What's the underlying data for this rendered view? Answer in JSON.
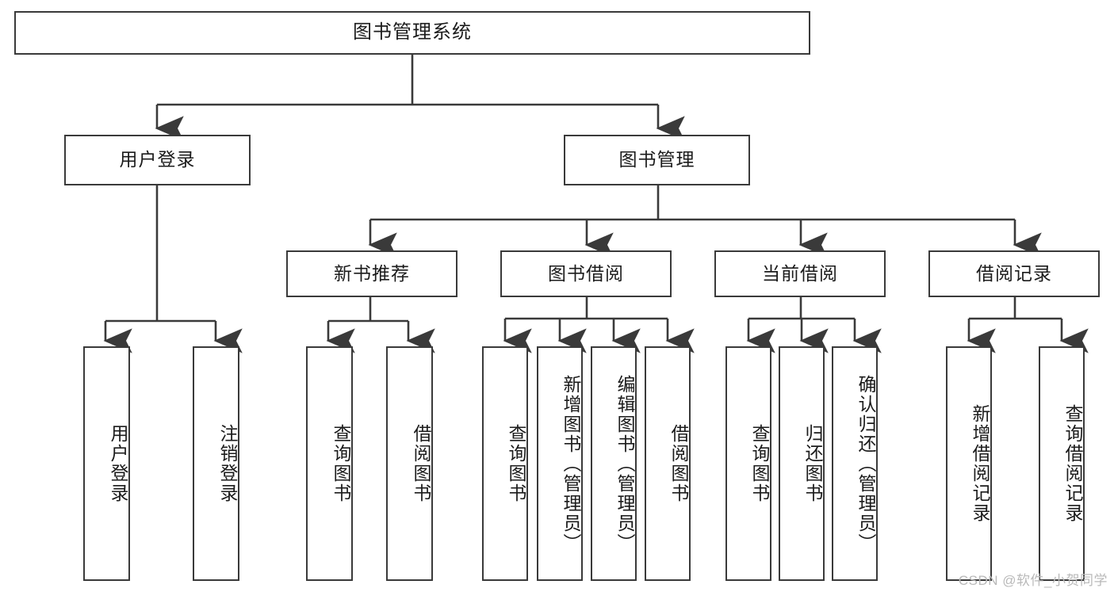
{
  "diagram": {
    "type": "tree-hierarchy",
    "title": "图书管理系统",
    "orientation": "top-down",
    "edge_color": "#3a3a3a",
    "box_border_color": "#3a3a3a",
    "box_fill_color": "#ffffff",
    "text_color": "#1b1b1b"
  },
  "root": {
    "label": "图书管理系统"
  },
  "level2": [
    {
      "label": "用户登录"
    },
    {
      "label": "图书管理"
    }
  ],
  "level3": [
    {
      "label": "新书推荐"
    },
    {
      "label": "图书借阅"
    },
    {
      "label": "当前借阅"
    },
    {
      "label": "借阅记录"
    }
  ],
  "leaves": {
    "user_login": [
      {
        "label": "用户登录"
      },
      {
        "label": "注销登录"
      }
    ],
    "new_book_recommend": [
      {
        "label": "查询图书"
      },
      {
        "label": "借阅图书"
      }
    ],
    "book_borrow": [
      {
        "label": "查询图书"
      },
      {
        "label": "新增图书（管理员）"
      },
      {
        "label": "编辑图书（管理员）"
      },
      {
        "label": "借阅图书"
      }
    ],
    "current_borrow": [
      {
        "label": "查询图书"
      },
      {
        "label": "归还图书"
      },
      {
        "label": "确认归还（管理员）"
      }
    ],
    "borrow_record": [
      {
        "label": "新增借阅记录"
      },
      {
        "label": "查询借阅记录"
      }
    ]
  },
  "watermark": {
    "text": "CSDN @软件_小贺同学"
  }
}
